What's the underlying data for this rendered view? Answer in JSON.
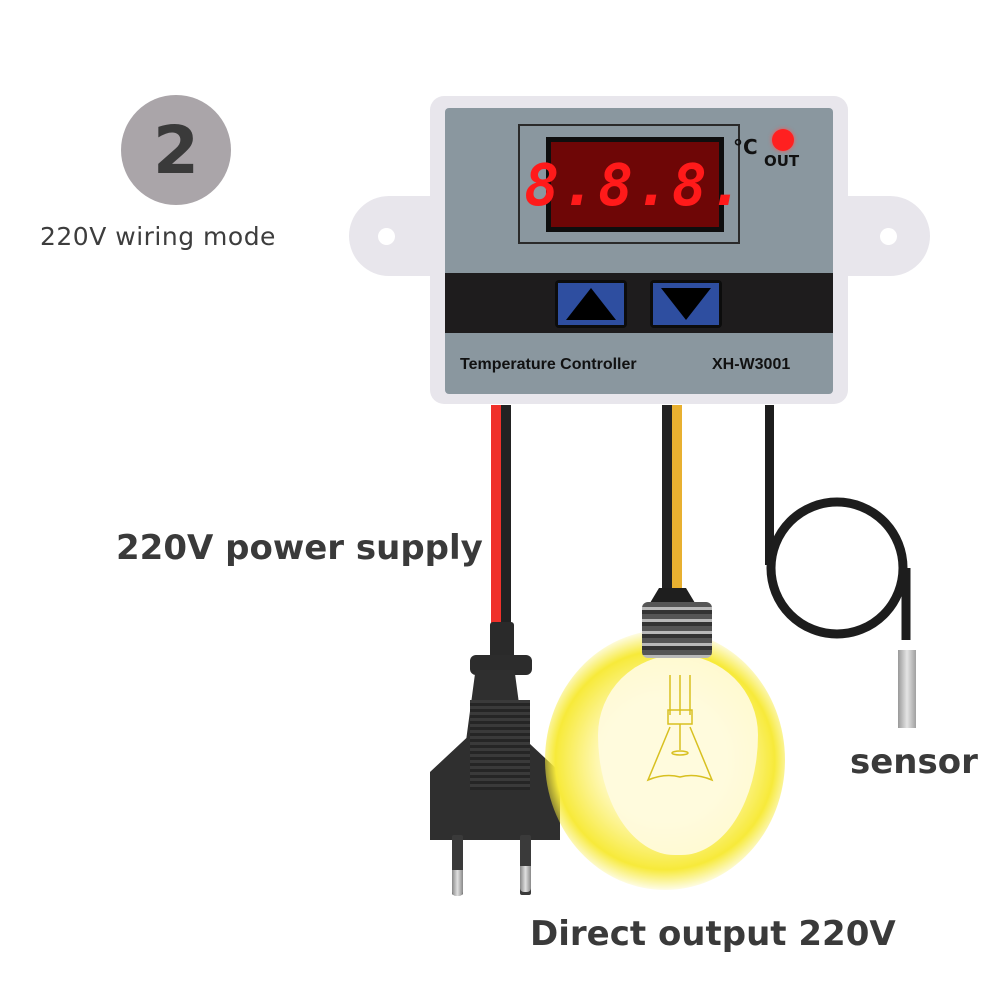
{
  "step": {
    "number": "2",
    "title": "220V wiring mode",
    "badge_color": "#aaa5a9"
  },
  "controller": {
    "display_digits": "8.8.8.",
    "unit": "°C",
    "indicator_label": "OUT",
    "indicator_color": "#ff2020",
    "buttons": [
      {
        "name": "up",
        "icon": "triangle-up-icon"
      },
      {
        "name": "down",
        "icon": "triangle-down-icon"
      }
    ],
    "product_name": "Temperature Controller",
    "model": "XH-W3001",
    "face_color": "#8a979f",
    "button_color": "#2e4ea0"
  },
  "wires": {
    "power": [
      "#f0302a",
      "#222222"
    ],
    "output": [
      "#222222",
      "#e8b030"
    ],
    "sensor": "#1d1d1d"
  },
  "labels": {
    "power_supply": "220V power supply",
    "output": "Direct output 220V",
    "sensor": "sensor"
  }
}
